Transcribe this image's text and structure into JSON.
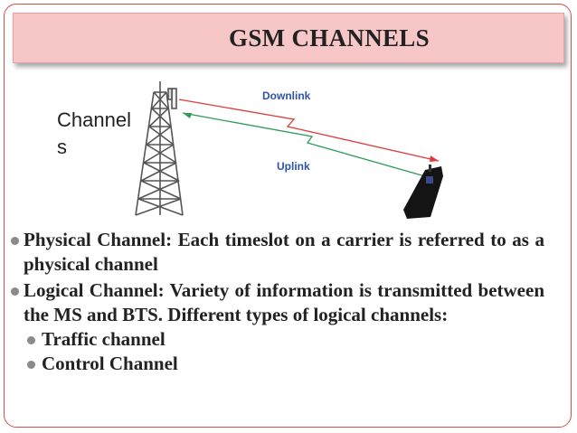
{
  "title": "GSM CHANNELS",
  "caption": "Channels",
  "diagram": {
    "downlink_label": "Downlink",
    "uplink_label": "Uplink",
    "downlink_color": "#e03a3a",
    "uplink_color": "#2f9a5a",
    "label_color": "#2f54a6"
  },
  "bullets": [
    {
      "label": "Physical Channel:",
      "text": "Each timeslot on a carrier is referred to as a physical channel"
    },
    {
      "label": "Logical Channel:",
      "text": "Variety of information is transmitted between the MS and BTS. Different types of logical channels:"
    }
  ],
  "sub_bullets": [
    "Traffic channel",
    "Control Channel"
  ]
}
